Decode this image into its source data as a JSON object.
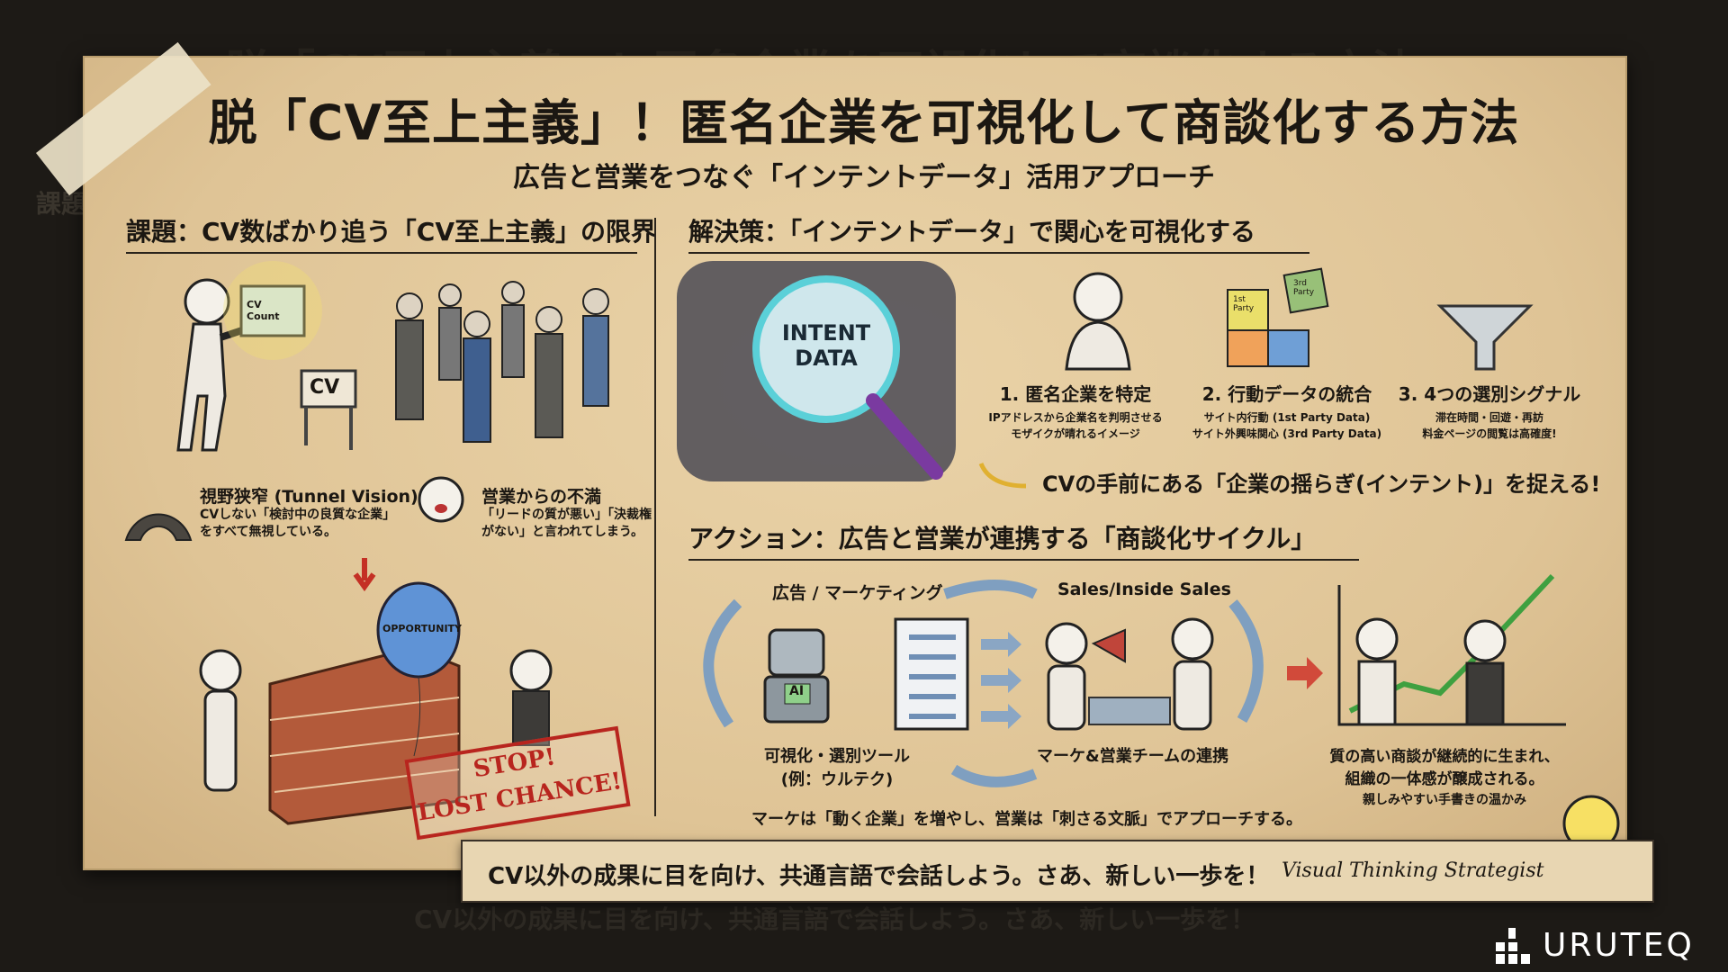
{
  "title": "脱「CV至上主義」！匿名企業を可視化して商談化する方法",
  "subtitle": "広告と営業をつなぐ「インテントデータ」活用アプローチ",
  "ghost_left_label": "課題",
  "problem": {
    "heading": "課題：CV数ばかり追う「CV至上主義」の限界",
    "screen_label": "CV Count",
    "sign_label": "CV",
    "tunnel": {
      "title": "視野狭窄 (Tunnel Vision)",
      "lines": [
        "CVしない「検討中の良質な企業」",
        "をすべて無視している。"
      ]
    },
    "complaint": {
      "title": "営業からの不満",
      "lines": [
        "「リードの質が悪い」「決裁権",
        "がない」と言われてしまう。"
      ]
    },
    "balloon_label": "OPPORTUNITY",
    "stamp": [
      "STOP!",
      "LOST CHANCE!"
    ]
  },
  "solution": {
    "heading": "解決策：「インテントデータ」で関心を可視化する",
    "lens_label": [
      "INTENT",
      "DATA"
    ],
    "steps": [
      {
        "title": "1. 匿名企業を特定",
        "lines": [
          "IPアドレスから企業名を判明させる",
          "モザイクが晴れるイメージ"
        ]
      },
      {
        "title": "2. 行動データの統合",
        "lines": [
          "サイト内行動 (1st Party Data)",
          "サイト外興味関心 (3rd Party Data)"
        ],
        "puzzle": [
          "1st Party",
          "3rd Party"
        ]
      },
      {
        "title": "3. 4つの選別シグナル",
        "lines": [
          "滞在時間・回遊・再訪",
          "料金ページの閲覧は高確度!"
        ]
      }
    ],
    "conclusion": "CVの手前にある「企業の揺らぎ(インテント)」を捉える!"
  },
  "action": {
    "heading": "アクション：広告と営業が連携する「商談化サイクル」",
    "marketing_label": "広告 / マーケティング",
    "sales_label": "Sales/Inside Sales",
    "robot_label": "AI",
    "tool_caption": [
      "可視化・選別ツール",
      "(例：ウルテク)"
    ],
    "team_caption": "マーケ&営業チームの連携",
    "result_caption": [
      "質の高い商談が継続的に生まれ、",
      "組織の一体感が醸成される。",
      "親しみやすい手書きの温かみ"
    ],
    "bottom_line": "マーケは「動く企業」を増やし、営業は「刺さる文脈」でアプローチする。"
  },
  "banner": {
    "message": "CV以外の成果に目を向け、共通言語で会話しよう。さあ、新しい一歩を！",
    "signature": "Visual Thinking Strategist"
  },
  "brand": {
    "name": "URUTEQ"
  }
}
